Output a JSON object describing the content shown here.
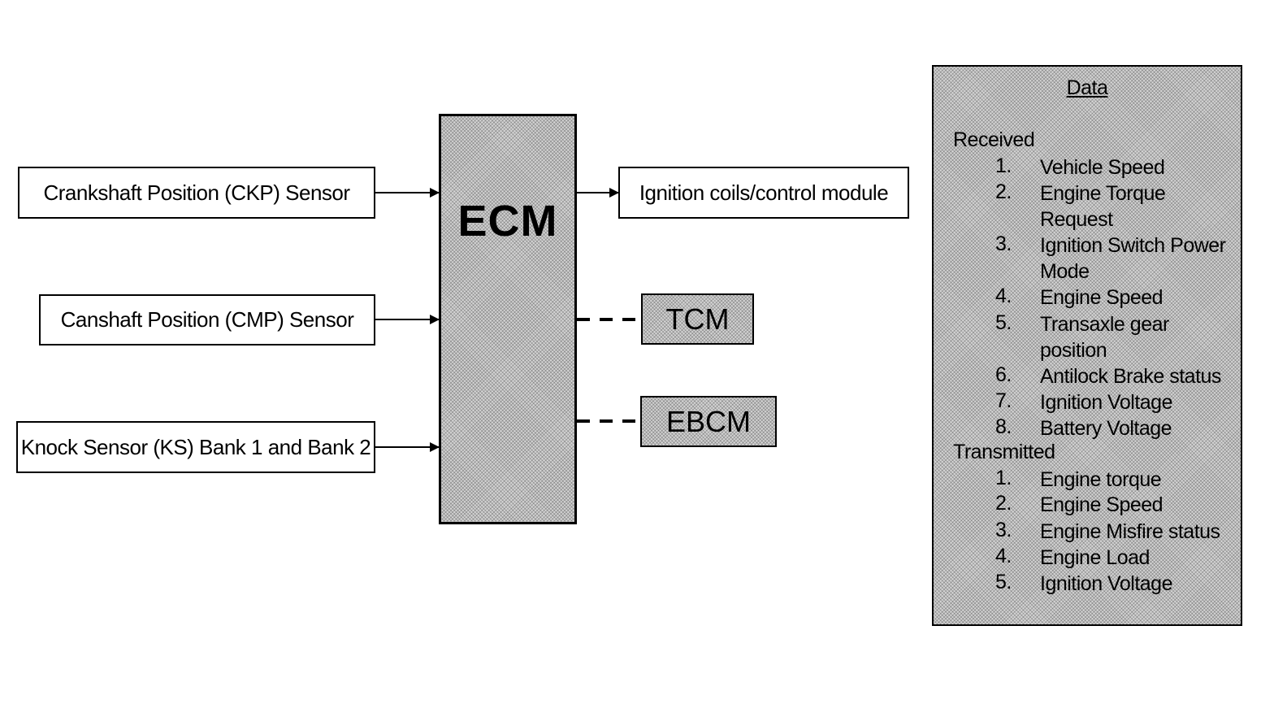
{
  "inputs": {
    "ckp": "Crankshaft Position (CKP) Sensor",
    "cmp": "Canshaft Position (CMP) Sensor",
    "ks": "Knock Sensor (KS) Bank 1 and Bank 2"
  },
  "ecm": {
    "label": "ECM"
  },
  "outputs": {
    "ignition": "Ignition coils/control module",
    "tcm": "TCM",
    "ebcm": "EBCM"
  },
  "data_panel": {
    "title": "Data",
    "received": {
      "title": "Received",
      "items": [
        {
          "num": "1.",
          "text": "Vehicle Speed"
        },
        {
          "num": "2.",
          "text": "Engine Torque Request"
        },
        {
          "num": "3.",
          "text": "Ignition Switch Power Mode"
        },
        {
          "num": "4.",
          "text": "Engine Speed"
        },
        {
          "num": "5.",
          "text": "Transaxle gear position"
        },
        {
          "num": "6.",
          "text": "Antilock Brake status"
        },
        {
          "num": "7.",
          "text": "Ignition Voltage"
        },
        {
          "num": "8.",
          "text": "Battery Voltage"
        }
      ]
    },
    "transmitted": {
      "title": "Transmitted",
      "items": [
        {
          "num": "1.",
          "text": "Engine torque"
        },
        {
          "num": "2.",
          "text": "Engine Speed"
        },
        {
          "num": "3.",
          "text": "Engine Misfire status"
        },
        {
          "num": "4.",
          "text": "Engine Load"
        },
        {
          "num": "5.",
          "text": "Ignition Voltage"
        }
      ]
    }
  }
}
